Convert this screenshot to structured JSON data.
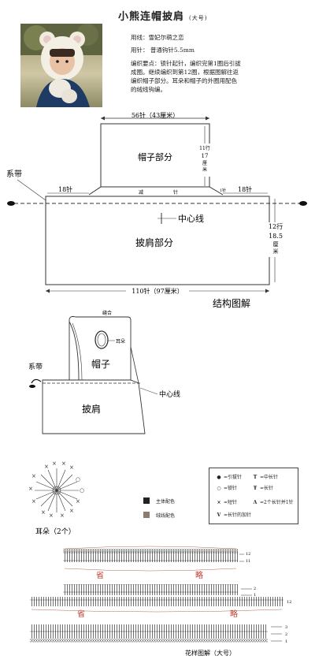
{
  "title": "小熊连帽披肩",
  "title_size": "(大号)",
  "yarn": "用线：雪妃尔萌之恋",
  "needle": "用针：  普通钩针5.5mm",
  "notes": "编织要点：锁针起针，编织完第1圈后引拔成圈。继续编织到第12圈，根据图解往返编织帽子部分。耳朵和帽子的外圈用配色的绒线钩编。",
  "notes_lines": [
    "编织要点：锁针起针，编织完第1圈后引拔",
    "成圈。继续编织到第12圈，根据图解往返",
    "编织帽子部分。耳朵和帽子的外圈用配色",
    "的绒线钩编。"
  ],
  "structure": {
    "top_width": "56针（43厘米）",
    "hood_label": "帽子部分",
    "hood_rows_a": "11行",
    "hood_rows_b": "17",
    "hood_rows_c": "厘",
    "hood_rows_d": "米",
    "tie_label": "系带",
    "left_st": "18针",
    "right_st": "18针",
    "decrease": "减",
    "decrease_2": "针",
    "small_st": "1针",
    "center_line": "中心线",
    "cape_rows_a": "12行",
    "cape_rows_b": "18.5",
    "cape_rows_c": "厘",
    "cape_rows_d": "米",
    "cape_label": "披肩部分",
    "bottom_width": "110针（97厘米）",
    "diagram_title": "结构图解"
  },
  "assembly": {
    "seam_label": "缝合",
    "ear_label": "耳朵",
    "hood_label": "帽子",
    "tie_label": "系带",
    "center_label": "中心线",
    "cape_label": "披肩"
  },
  "ear": {
    "caption": "耳朵（2个）"
  },
  "colors": {
    "main_color": "#222222",
    "trim_color": "#8b7d6b",
    "main_label": "主体配色",
    "trim_label": "绒线配色"
  },
  "legend": [
    {
      "symbol": "●",
      "label": "=引拔针"
    },
    {
      "symbol": "○",
      "label": "=锁针"
    },
    {
      "symbol": "×",
      "label": "=短针"
    },
    {
      "symbol": "V",
      "label": "=长针的加针"
    },
    {
      "symbol": "T",
      "label": "=中长针"
    },
    {
      "symbol": "Ŧ",
      "label": "=长针"
    },
    {
      "symbol": "Λ",
      "label": "=2个长针并1针"
    }
  ],
  "pattern": {
    "omit_1": "省",
    "omit_2": "略",
    "omit_3": "省",
    "omit_4": "略",
    "row_12a": "12",
    "row_11": "11",
    "row_2a": "2",
    "row_1a": "1",
    "row_12b": "12",
    "row_3": "3",
    "row_2b": "2",
    "row_1b": "1",
    "caption": "花样图解（大号）"
  }
}
